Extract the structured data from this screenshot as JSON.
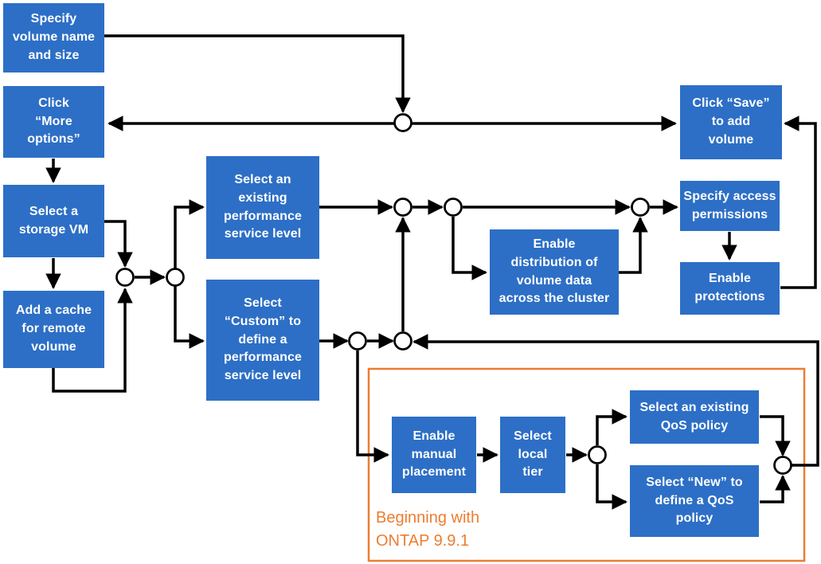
{
  "nodes": {
    "specify_volume_name_size": {
      "label": "Specify\nvolume name\nand size"
    },
    "click_more_options": {
      "label": "Click\n“More\noptions”"
    },
    "select_storage_vm": {
      "label": "Select a\nstorage VM"
    },
    "add_cache_remote_volume": {
      "label": "Add a cache\nfor remote\nvolume"
    },
    "select_existing_service_level": {
      "label": "Select an\nexisting\nperformance\nservice level"
    },
    "select_custom_service_level": {
      "label": "Select\n“Custom” to\ndefine a\nperformance\nservice level"
    },
    "enable_distribution": {
      "label": "Enable\ndistribution of\nvolume data\nacross the cluster"
    },
    "specify_access_permissions": {
      "label": "Specify access\npermissions"
    },
    "enable_protections": {
      "label": "Enable\nprotections"
    },
    "click_save_add_volume": {
      "label": "Click “Save”\nto add\nvolume"
    },
    "enable_manual_placement": {
      "label": "Enable\nmanual\nplacement"
    },
    "select_local_tier": {
      "label": "Select\nlocal\ntier"
    },
    "select_existing_qos_policy": {
      "label": "Select an existing\nQoS policy"
    },
    "select_new_qos_policy": {
      "label": "Select “New” to\ndefine a QoS\npolicy"
    }
  },
  "annotation": {
    "label": "Beginning with\nONTAP 9.9.1"
  },
  "colors": {
    "node_fill": "#2D6FC6",
    "node_text": "#FFFFFF",
    "connector": "#000000",
    "annotation_orange": "#ED7D31"
  }
}
